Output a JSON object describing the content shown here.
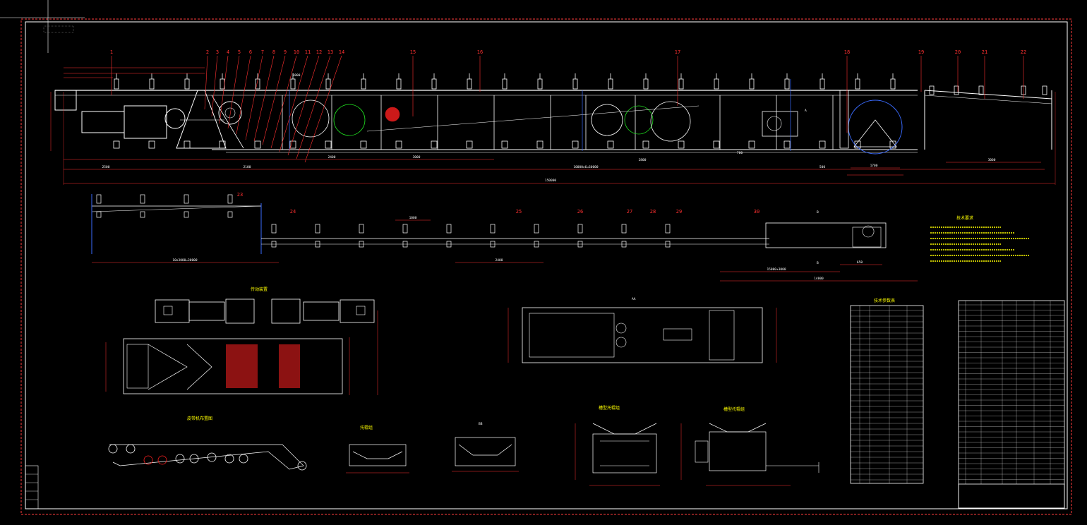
{
  "drawing": {
    "colors": {
      "background": "#000000",
      "frame": "#ff3b3b",
      "structure": "#ffffff",
      "dimension": "#ff3030",
      "centerline": "#3a6bff",
      "annotation": "#ffff00",
      "hatch": "#ff2020",
      "accent_green": "#20e020",
      "accent_cyan": "#40ffff"
    },
    "part_numbers": [
      "1",
      "2",
      "3",
      "4",
      "5",
      "6",
      "7",
      "8",
      "9",
      "10",
      "11",
      "12",
      "13",
      "14",
      "15",
      "16",
      "17",
      "18",
      "19",
      "20",
      "21",
      "22"
    ],
    "part_numbers_lower": [
      "23",
      "24",
      "25",
      "26",
      "27",
      "28",
      "29",
      "30"
    ],
    "dims_top": {
      "total_length": "150000",
      "middle_run": "10000x6=60000",
      "d1": "2500",
      "d2": "2100",
      "d3": "2400",
      "d4": "3000",
      "d5": "1700",
      "d6": "3000",
      "d7": "700",
      "d8": "1800",
      "d9": "2800",
      "d10": "500"
    },
    "dims_lower": {
      "left_run": "10x3000=30000",
      "spacing": "1000",
      "mid": "2400",
      "right_a": "15000+3000",
      "right_b": "14000",
      "right_c": "650"
    },
    "section_marks": {
      "a": "A",
      "b1": "B",
      "b2": "B",
      "aa": "AA",
      "bb": "BB"
    },
    "view_titles": {
      "drive_plan": "传动装置",
      "layout": "皮带机布置图",
      "idler_1": "托辊组",
      "idler_2": "槽型托辊",
      "section_3": "槽型托辊组",
      "section_4": "槽型托辊组"
    },
    "notes_title": "技术要求",
    "params_title": "技术参数表"
  }
}
